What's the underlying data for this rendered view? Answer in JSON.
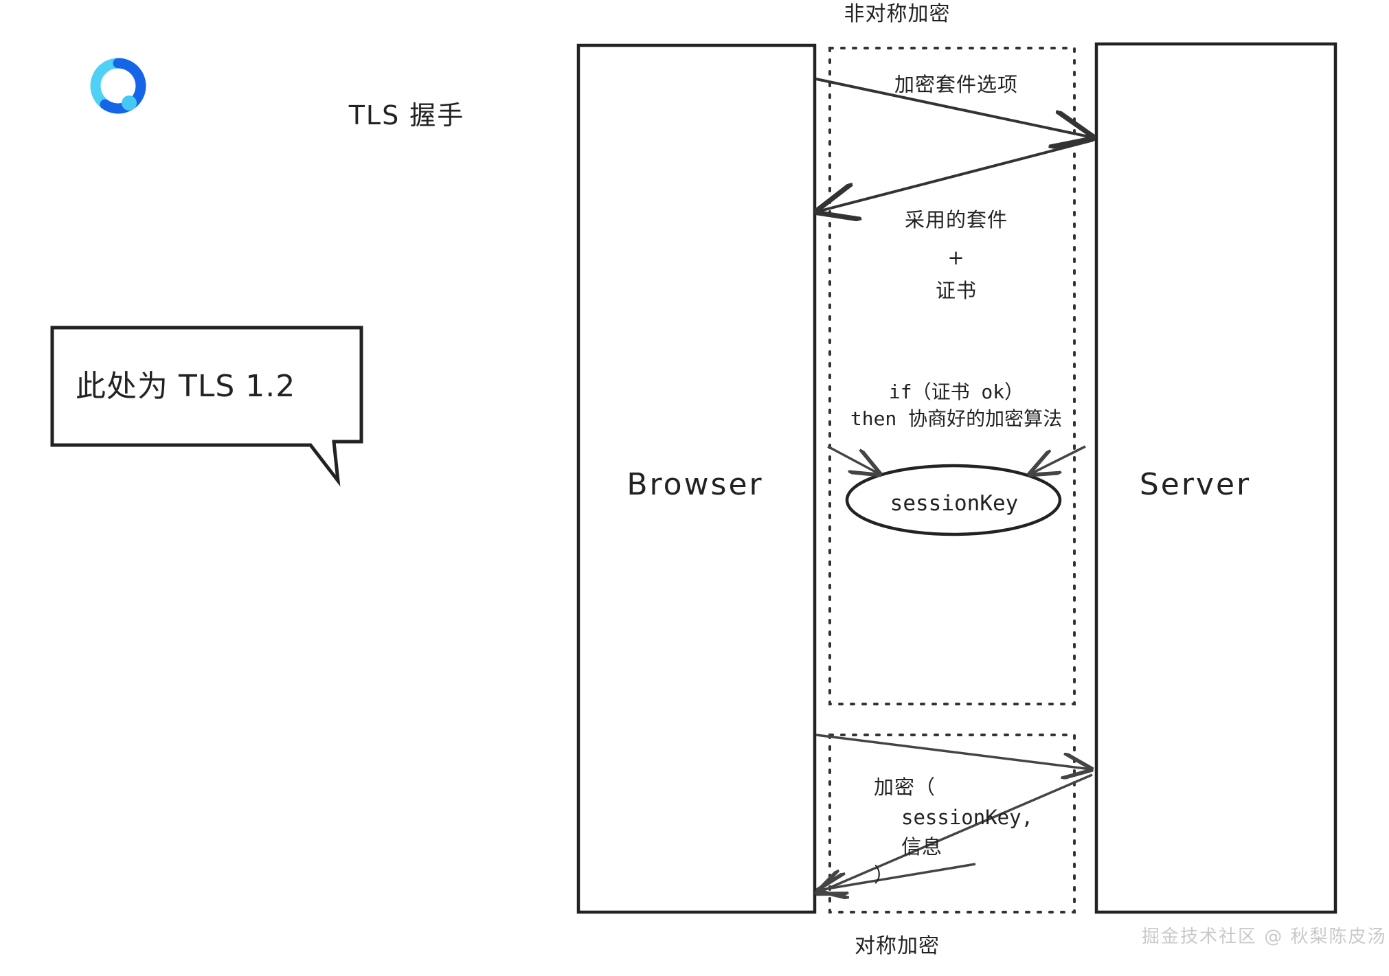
{
  "diagram": {
    "title": "TLS 握手",
    "sections": {
      "top_label": "非对称加密",
      "bottom_label": "对称加密"
    },
    "lifelines": [
      {
        "id": "browser",
        "label": "Browser"
      },
      {
        "id": "server",
        "label": "Server"
      }
    ],
    "callout": {
      "text": "此处为 TLS 1.2"
    },
    "messages": [
      {
        "id": "cipher-suite-options",
        "label": "加密套件选项",
        "from": "browser",
        "to": "server"
      },
      {
        "id": "chosen-suite",
        "label_lines": [
          "采用的套件",
          "+",
          "证书"
        ],
        "from": "server",
        "to": "browser"
      }
    ],
    "condition": {
      "line1": "if（证书 ok）",
      "line2": "then 协商好的加密算法"
    },
    "session_key": {
      "label": "sessionKey"
    },
    "encrypted_payload": {
      "line1": "加密（",
      "line2": "sessionKey,",
      "line3": "信息",
      "line4": "）"
    },
    "icons": {
      "logo": "qq-browser-logo"
    },
    "colors": {
      "stroke": "#222222",
      "background": "#ffffff",
      "logo_outer": "#4fd0f5",
      "logo_inner": "#1565e8",
      "logo_dot": "#46c8f5",
      "watermark": "#c9c9c9"
    }
  },
  "watermark": {
    "text": "掘金技术社区 @ 秋梨陈皮汤"
  }
}
